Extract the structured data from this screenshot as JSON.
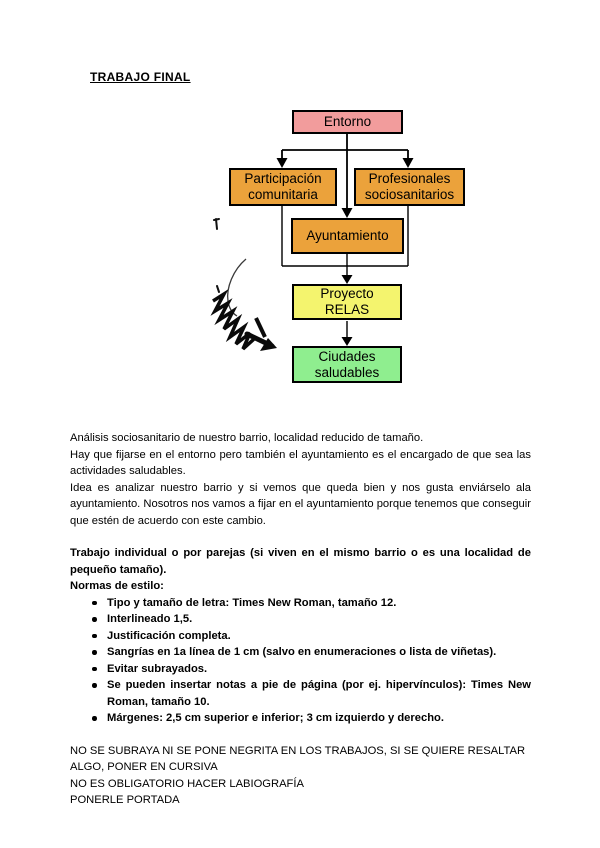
{
  "document": {
    "title": "TRABAJO FINAL",
    "paragraphs": [
      "Análisis sociosanitario de nuestro barrio, localidad reducido de tamaño.",
      "Hay que fijarse en el entorno pero también el ayuntamiento es el encargado de que sea las actividades saludables.",
      "Idea es analizar nuestro barrio y si vemos que queda bien y nos gusta enviárselo ala ayuntamiento. Nosotros nos vamos a fijar en el ayuntamiento porque tenemos que conseguir que estén de acuerdo con este cambio."
    ],
    "work_note": "Trabajo individual o por parejas (si viven en el mismo barrio o es una localidad de pequeño tamaño).",
    "style_heading": "Normas de estilo:",
    "style_rules": [
      "Tipo y tamaño de letra: Times New Roman, tamaño 12.",
      "Interlineado 1,5.",
      "Justificación completa.",
      "Sangrías en 1a línea de 1 cm (salvo en enumeraciones o lista de viñetas).",
      "Evitar subrayados.",
      "Se pueden insertar notas a pie de página (por ej. hipervínculos): Times New Roman, tamaño 10.",
      "Márgenes: 2,5 cm superior e inferior; 3 cm izquierdo y derecho."
    ],
    "final_notes": [
      "NO SE SUBRAYA NI SE PONE NEGRITA EN LOS TRABAJOS, SI SE QUIERE RESALTAR ALGO, PONER EN CURSIVA",
      "NO ES OBLIGATORIO HACER LABIOGRAFÍA",
      "PONERLE PORTADA"
    ]
  },
  "diagram": {
    "nodes": [
      {
        "id": "entorno",
        "label": "Entorno",
        "color": "#f29c9c"
      },
      {
        "id": "participacion-comunitaria",
        "label": "Participación\ncomunitaria",
        "color": "#eba23b"
      },
      {
        "id": "profesionales-sociosanitarios",
        "label": "Profesionales\nsociosanitarios",
        "color": "#eba23b"
      },
      {
        "id": "ayuntamiento",
        "label": "Ayuntamiento",
        "color": "#eba23b"
      },
      {
        "id": "proyecto-relas",
        "label": "Proyecto\nRELAS",
        "color": "#f4f46e"
      },
      {
        "id": "ciudades-saludables",
        "label": "Ciudades\nsaludables",
        "color": "#8fee8f"
      }
    ],
    "line_color": "#000000",
    "decoration_icon": "pencil-scribble-icon"
  }
}
